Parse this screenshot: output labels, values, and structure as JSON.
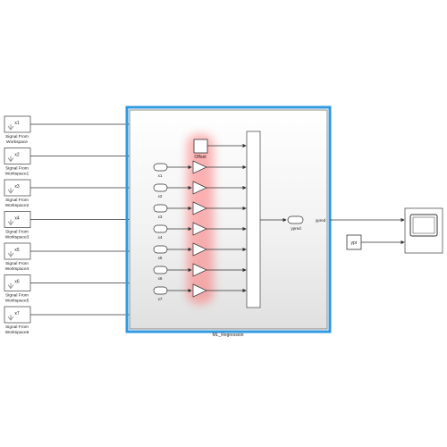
{
  "sources": [
    {
      "value": "x1",
      "caption1": "Signal From",
      "caption2": "Workspace",
      "port": "x1"
    },
    {
      "value": "x2",
      "caption1": "Signal From",
      "caption2": "Workspace1",
      "port": "x2"
    },
    {
      "value": "x3",
      "caption1": "Signal From",
      "caption2": "Workspace2",
      "port": "x3"
    },
    {
      "value": "x4",
      "caption1": "Signal From",
      "caption2": "Workspace3",
      "port": "x4"
    },
    {
      "value": "x5",
      "caption1": "Signal From",
      "caption2": "Workspace4",
      "port": "x5"
    },
    {
      "value": "x6",
      "caption1": "Signal From",
      "caption2": "Workspace5",
      "port": "x6"
    },
    {
      "value": "x7",
      "caption1": "Signal From",
      "caption2": "Workspace6",
      "port": "x7"
    }
  ],
  "subsystem": {
    "name": "ML_Regression",
    "output_port": "ypred",
    "offset_label": "Offset",
    "inner_inputs": [
      "x1",
      "x2",
      "x3",
      "x4",
      "x5",
      "x6",
      "x7"
    ],
    "inner_output": "ypred"
  },
  "ypr_block": "ypr",
  "scope_icon": "scope-icon",
  "colors": {
    "selection": "#2f9ae0",
    "highlight": "#ff6b6b",
    "line": "#333333"
  }
}
